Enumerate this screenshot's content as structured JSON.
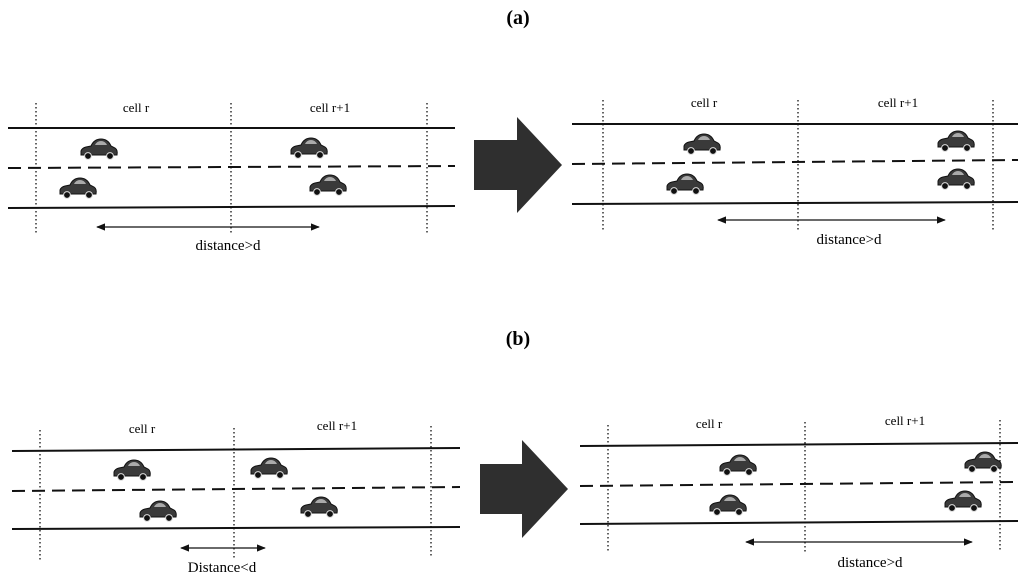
{
  "panels": [
    {
      "label": "(a)",
      "left": {
        "cell_labels": [
          "cell r",
          "cell r+1"
        ],
        "distance_label": "distance>d"
      },
      "right": {
        "cell_labels": [
          "cell r",
          "cell r+1"
        ],
        "distance_label": "distance>d"
      }
    },
    {
      "label": "(b)",
      "left": {
        "cell_labels": [
          "cell r",
          "cell r+1"
        ],
        "distance_label": "Distance<d"
      },
      "right": {
        "cell_labels": [
          "cell r",
          "cell r+1"
        ],
        "distance_label": "distance>d"
      }
    }
  ],
  "icons": {
    "vehicle": "car-icon",
    "transition": "arrow-right-icon"
  }
}
